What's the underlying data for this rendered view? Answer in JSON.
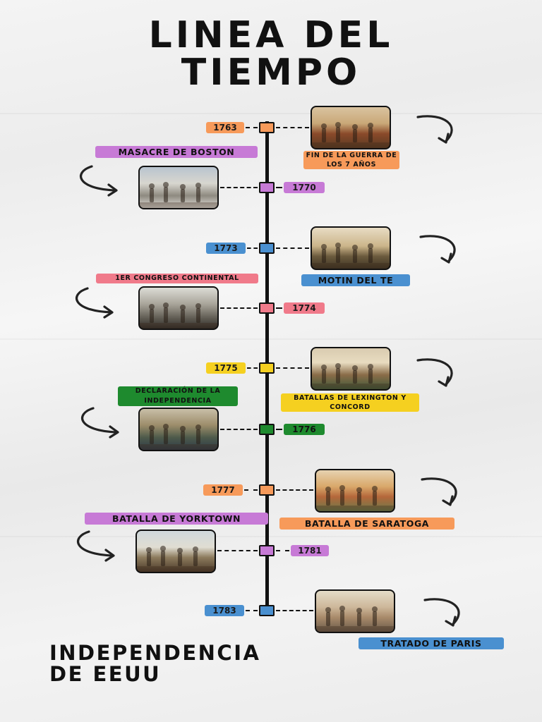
{
  "title": {
    "line1": "LINEA DEL",
    "line2": "TIEMPO"
  },
  "footer": {
    "line1": "INDEPENDENCIA",
    "line2": "DE EEUU"
  },
  "events": [
    {
      "year": "1763",
      "label": "FIN DE LA GUERRA DE LOS 7 AÑOS",
      "color": "#f79a5a",
      "image": "battle-painting"
    },
    {
      "year": "1770",
      "label": "MASACRE DE BOSTON",
      "color": "#c77ad6",
      "image": "boston-massacre-engraving"
    },
    {
      "year": "1773",
      "label": "MOTIN DEL TE",
      "color": "#4a90d0",
      "image": "tea-party-painting"
    },
    {
      "year": "1774",
      "label": "1ER CONGRESO CONTINENTAL",
      "color": "#f07a8a",
      "image": "congress-engraving"
    },
    {
      "year": "1775",
      "label": "BATALLAS DE LEXINGTON Y CONCORD",
      "color": "#f5d020",
      "image": "lexington-painting"
    },
    {
      "year": "1776",
      "label": "DECLARACIÓN DE LA INDEPENDENCIA",
      "color": "#1e8a2e",
      "image": "declaration-painting"
    },
    {
      "year": "1777",
      "label": "BATALLA DE SARATOGA",
      "color": "#f79a5a",
      "image": "saratoga-painting"
    },
    {
      "year": "1781",
      "label": "BATALLA DE YORKTOWN",
      "color": "#c77ad6",
      "image": "yorktown-painting"
    },
    {
      "year": "1783",
      "label": "TRATADO DE PARIS",
      "color": "#4a90d0",
      "image": "paris-treaty-painting"
    }
  ]
}
